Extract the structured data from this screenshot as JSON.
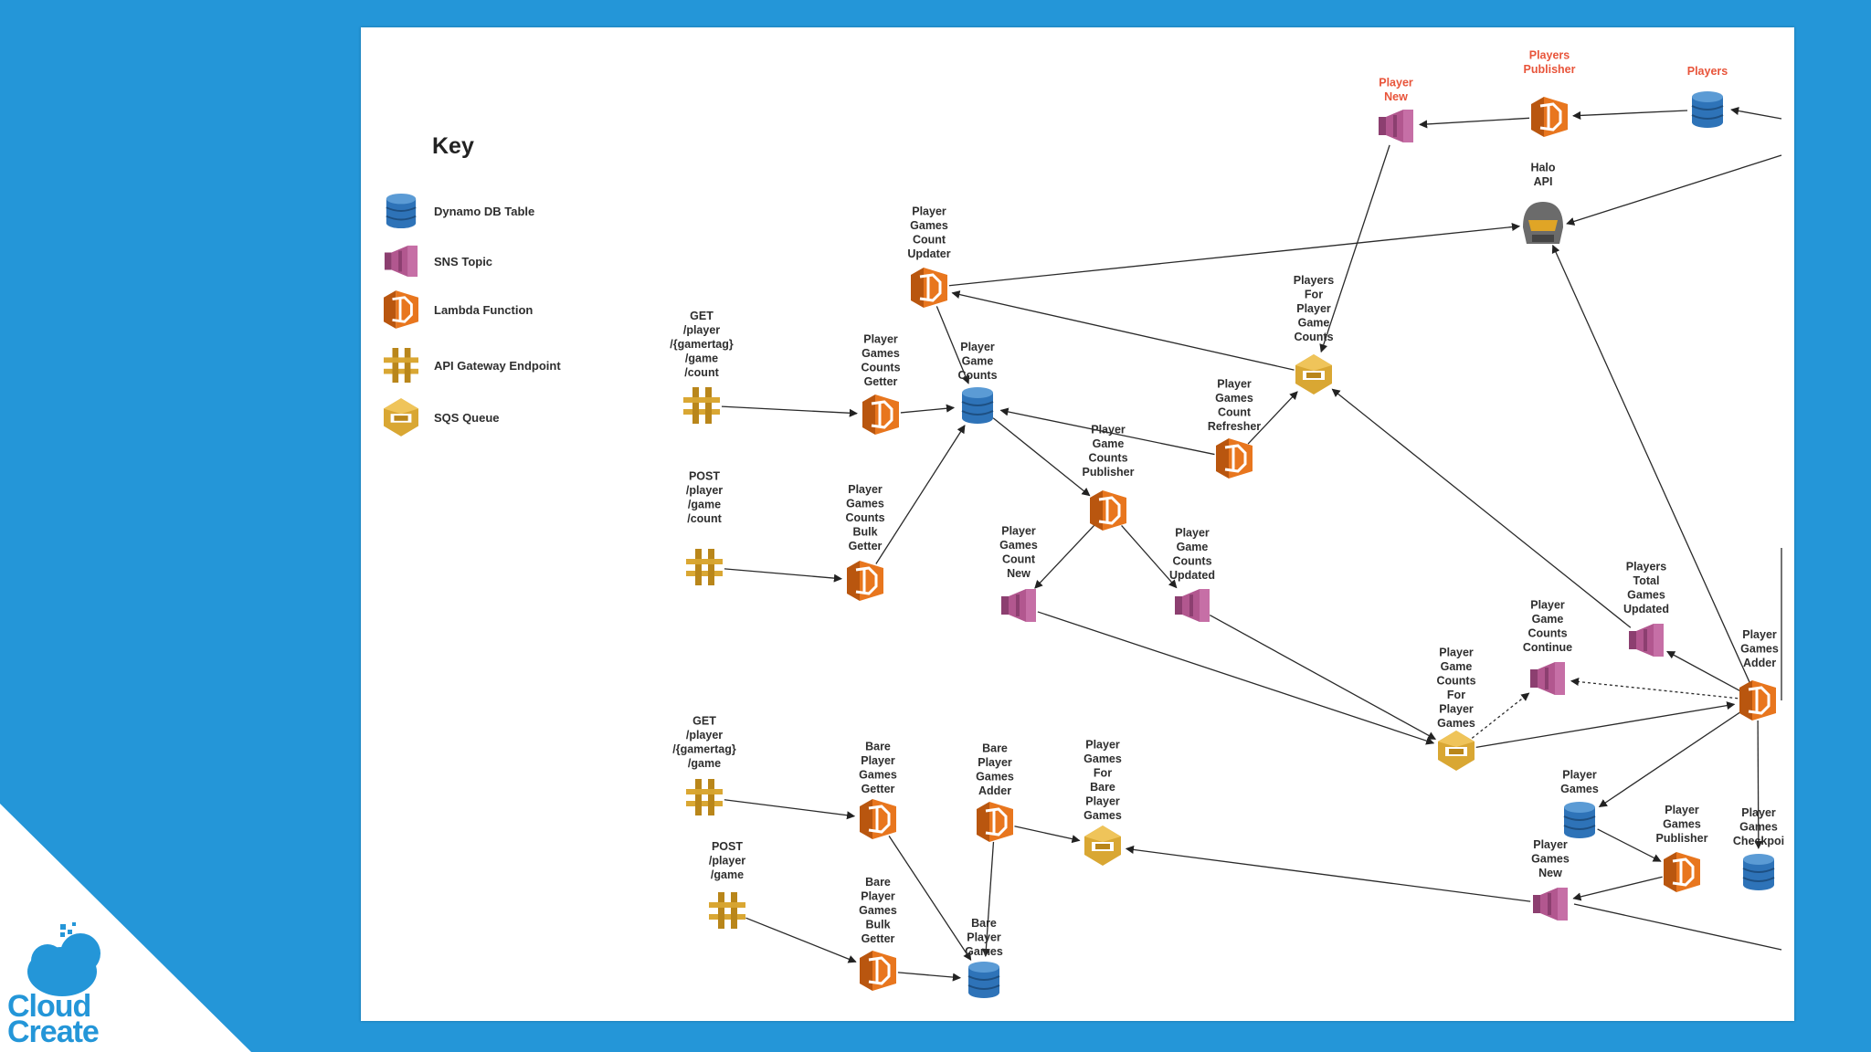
{
  "key": {
    "title": "Key",
    "items": [
      {
        "type": "dynamo",
        "label": "Dynamo DB Table"
      },
      {
        "type": "sns",
        "label": "SNS Topic"
      },
      {
        "type": "lambda",
        "label": "Lambda Function"
      },
      {
        "type": "api",
        "label": "API Gateway Endpoint"
      },
      {
        "type": "sqs",
        "label": "SQS Queue"
      }
    ]
  },
  "colors": {
    "background": "#2496d8",
    "dynamo": "#2e73b8",
    "sns": "#b2578f",
    "lambda": "#e8761e",
    "api": "#d9a733",
    "sqs": "#d9a733",
    "red_label": "#e8543a"
  },
  "nodes": [
    {
      "id": "players",
      "type": "dynamo",
      "label": [
        "Players"
      ],
      "label_color": "red"
    },
    {
      "id": "players_publisher",
      "type": "lambda",
      "label": [
        "Players",
        "Publisher"
      ],
      "label_color": "red"
    },
    {
      "id": "player_new",
      "type": "sns",
      "label": [
        "Player",
        "New"
      ],
      "label_color": "red"
    },
    {
      "id": "halo_api",
      "type": "halo",
      "label": [
        "Halo",
        "API"
      ]
    },
    {
      "id": "pg_count_updater",
      "type": "lambda",
      "label": [
        "Player",
        "Games",
        "Count",
        "Updater"
      ]
    },
    {
      "id": "players_for_pgc",
      "type": "sqs",
      "label": [
        "Players",
        "For",
        "Player",
        "Game",
        "Counts"
      ]
    },
    {
      "id": "api_get_count",
      "type": "api",
      "label": [
        "GET",
        "/player",
        "/{gamertag}",
        "/game",
        "/count"
      ]
    },
    {
      "id": "pg_counts_getter",
      "type": "lambda",
      "label": [
        "Player",
        "Games",
        "Counts",
        "Getter"
      ]
    },
    {
      "id": "player_game_counts",
      "type": "dynamo",
      "label": [
        "Player",
        "Game",
        "Counts"
      ]
    },
    {
      "id": "pg_count_refresher",
      "type": "lambda",
      "label": [
        "Player",
        "Games",
        "Count",
        "Refresher"
      ]
    },
    {
      "id": "pg_counts_publisher",
      "type": "lambda",
      "label": [
        "Player",
        "Game",
        "Counts",
        "Publisher"
      ]
    },
    {
      "id": "api_post_count",
      "type": "api",
      "label": [
        "POST",
        "/player",
        "/game",
        "/count"
      ]
    },
    {
      "id": "pg_counts_bulk_getter",
      "type": "lambda",
      "label": [
        "Player",
        "Games",
        "Counts",
        "Bulk",
        "Getter"
      ]
    },
    {
      "id": "pg_count_new",
      "type": "sns",
      "label": [
        "Player",
        "Games",
        "Count",
        "New"
      ]
    },
    {
      "id": "pg_counts_updated",
      "type": "sns",
      "label": [
        "Player",
        "Game",
        "Counts",
        "Updated"
      ]
    },
    {
      "id": "players_total_games_updated",
      "type": "sns",
      "label": [
        "Players",
        "Total",
        "Games",
        "Updated"
      ]
    },
    {
      "id": "pg_counts_continue",
      "type": "sns",
      "label": [
        "Player",
        "Game",
        "Counts",
        "Continue"
      ]
    },
    {
      "id": "pg_counts_for_pg",
      "type": "sqs",
      "label": [
        "Player",
        "Game",
        "Counts",
        "For",
        "Player",
        "Games"
      ]
    },
    {
      "id": "player_games_adder",
      "type": "lambda",
      "label": [
        "Player",
        "Games",
        "Adder"
      ]
    },
    {
      "id": "player_games",
      "type": "dynamo",
      "label": [
        "Player",
        "Games"
      ]
    },
    {
      "id": "player_games_publisher",
      "type": "lambda",
      "label": [
        "Player",
        "Games",
        "Publisher"
      ]
    },
    {
      "id": "player_games_checkpoint",
      "type": "dynamo",
      "label": [
        "Player",
        "Games",
        "Checkpoi"
      ]
    },
    {
      "id": "player_games_new",
      "type": "sns",
      "label": [
        "Player",
        "Games",
        "New"
      ]
    },
    {
      "id": "api_get_game",
      "type": "api",
      "label": [
        "GET",
        "/player",
        "/{gamertag}",
        "/game"
      ]
    },
    {
      "id": "bare_pg_getter",
      "type": "lambda",
      "label": [
        "Bare",
        "Player",
        "Games",
        "Getter"
      ]
    },
    {
      "id": "bare_pg_adder",
      "type": "lambda",
      "label": [
        "Bare",
        "Player",
        "Games",
        "Adder"
      ]
    },
    {
      "id": "pg_for_bare_pg",
      "type": "sqs",
      "label": [
        "Player",
        "Games",
        "For",
        "Bare",
        "Player",
        "Games"
      ]
    },
    {
      "id": "api_post_game",
      "type": "api",
      "label": [
        "POST",
        "/player",
        "/game"
      ]
    },
    {
      "id": "bare_pg_bulk_getter",
      "type": "lambda",
      "label": [
        "Bare",
        "Player",
        "Games",
        "Bulk",
        "Getter"
      ]
    },
    {
      "id": "bare_player_games",
      "type": "dynamo",
      "label": [
        "Bare",
        "Player",
        "Games"
      ]
    }
  ],
  "edges": [
    {
      "from": "players",
      "to": "players_publisher"
    },
    {
      "from": "players_publisher",
      "to": "player_new"
    },
    {
      "from": "player_new",
      "to": "players_for_pgc"
    },
    {
      "from": "pg_count_updater",
      "to": "halo_api"
    },
    {
      "from": "players_for_pgc",
      "to": "pg_count_updater"
    },
    {
      "from": "pg_count_updater",
      "to": "player_game_counts"
    },
    {
      "from": "api_get_count",
      "to": "pg_counts_getter"
    },
    {
      "from": "pg_counts_getter",
      "to": "player_game_counts"
    },
    {
      "from": "pg_count_refresher",
      "to": "player_game_counts"
    },
    {
      "from": "pg_count_refresher",
      "to": "players_for_pgc"
    },
    {
      "from": "player_game_counts",
      "to": "pg_counts_publisher"
    },
    {
      "from": "pg_counts_bulk_getter",
      "to": "player_game_counts"
    },
    {
      "from": "api_post_count",
      "to": "pg_counts_bulk_getter"
    },
    {
      "from": "pg_counts_publisher",
      "to": "pg_count_new"
    },
    {
      "from": "pg_counts_publisher",
      "to": "pg_counts_updated"
    },
    {
      "from": "pg_count_new",
      "to": "pg_counts_for_pg"
    },
    {
      "from": "pg_counts_updated",
      "to": "pg_counts_for_pg"
    },
    {
      "from": "pg_counts_for_pg",
      "to": "player_games_adder"
    },
    {
      "from": "pg_counts_for_pg",
      "to": "pg_counts_continue",
      "dashed": true
    },
    {
      "from": "player_games_adder",
      "to": "pg_counts_continue",
      "dashed": true
    },
    {
      "from": "player_games_adder",
      "to": "players_total_games_updated"
    },
    {
      "from": "players_total_games_updated",
      "to": "players_for_pgc"
    },
    {
      "from": "player_games_adder",
      "to": "halo_api"
    },
    {
      "from": "player_games_adder",
      "to": "player_games"
    },
    {
      "from": "player_games_adder",
      "to": "player_games_checkpoint"
    },
    {
      "from": "player_games",
      "to": "player_games_publisher"
    },
    {
      "from": "player_games_publisher",
      "to": "player_games_new"
    },
    {
      "from": "player_games_new",
      "to": "pg_for_bare_pg"
    },
    {
      "from": "bare_pg_adder",
      "to": "pg_for_bare_pg"
    },
    {
      "from": "api_get_game",
      "to": "bare_pg_getter"
    },
    {
      "from": "bare_pg_getter",
      "to": "bare_player_games"
    },
    {
      "from": "bare_pg_adder",
      "to": "bare_player_games"
    },
    {
      "from": "api_post_game",
      "to": "bare_pg_bulk_getter"
    },
    {
      "from": "bare_pg_bulk_getter",
      "to": "bare_player_games"
    }
  ],
  "logo": {
    "line1": "Cloud",
    "line2": "Create"
  }
}
